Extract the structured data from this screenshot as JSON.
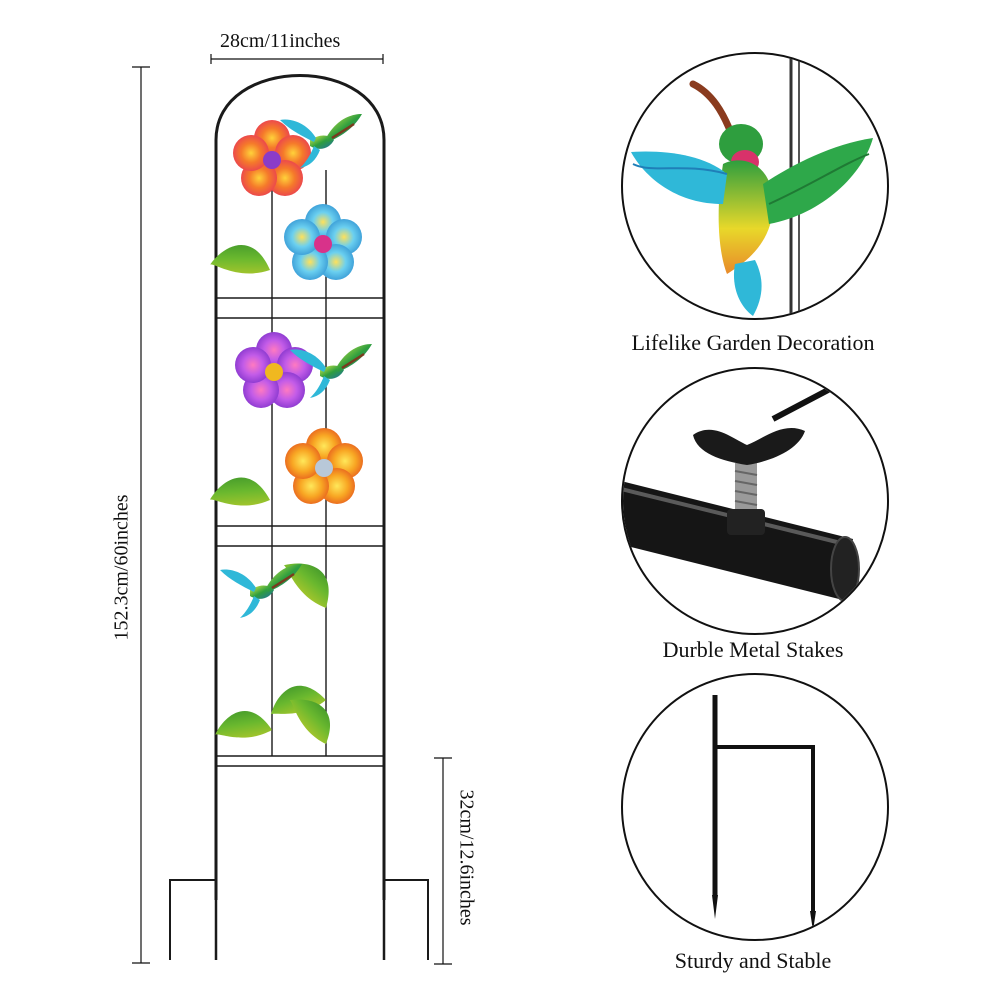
{
  "dimensions": {
    "width_label": "28cm/11inches",
    "height_label": "152.3cm/60inches",
    "stake_label": "32cm/12.6inches"
  },
  "features": [
    {
      "caption": "Lifelike Garden Decoration",
      "icon": "hummingbird-icon"
    },
    {
      "caption": "Durble Metal Stakes",
      "icon": "wing-nut-clamp-icon"
    },
    {
      "caption": "Sturdy and Stable",
      "icon": "ground-stake-icon"
    }
  ],
  "colors": {
    "frame": "#1a1a1a",
    "flower_red": "#e8345a",
    "flower_blue": "#3aa9e0",
    "flower_purple": "#9b3fd6",
    "flower_orange": "#f39a1e",
    "leaf_green": "#5fae2e",
    "leaf_yellow": "#e5d22a",
    "bird_green": "#2e9e3e"
  }
}
